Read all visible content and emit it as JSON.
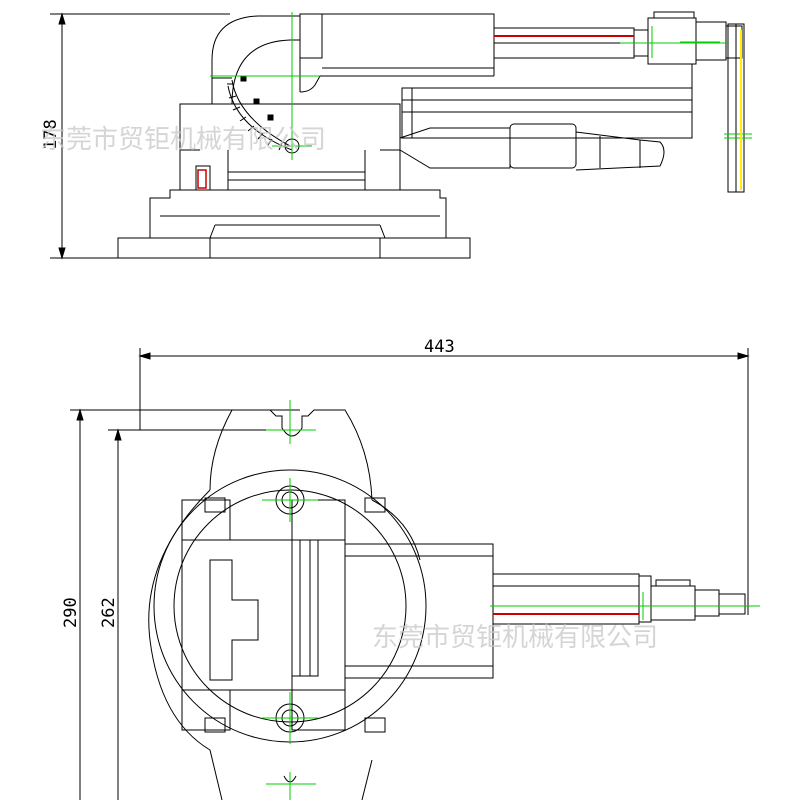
{
  "dimensions": {
    "height_side": "178",
    "width_total": "443",
    "height_total": "290",
    "height_inner": "262"
  },
  "watermark": {
    "text_top": "东莞市贸钜机械有限公司",
    "text_bottom": "东莞市贸钜机械有限公司"
  },
  "colors": {
    "line": "#000000",
    "centerline": "#00cc00",
    "accent_red": "#cc0000",
    "highlight_yellow": "#ffee00",
    "watermark": "#c8c8c8"
  }
}
